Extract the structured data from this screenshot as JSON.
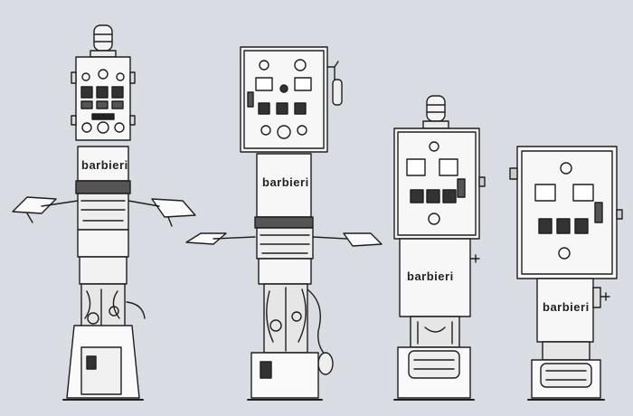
{
  "brand": {
    "logo_text": "barbieri"
  },
  "colors": {
    "background": "#d9dde3",
    "sketch_line": "#1e1e1e",
    "panel_fill": "#f7f7f7"
  },
  "machines": [
    {
      "name": "machine-1",
      "has_beacon": true,
      "has_side_arms": true
    },
    {
      "name": "machine-2",
      "has_beacon": false,
      "has_side_arms": true
    },
    {
      "name": "machine-3",
      "has_beacon": true,
      "has_side_arms": false
    },
    {
      "name": "machine-4",
      "has_beacon": false,
      "has_side_arms": false
    }
  ]
}
